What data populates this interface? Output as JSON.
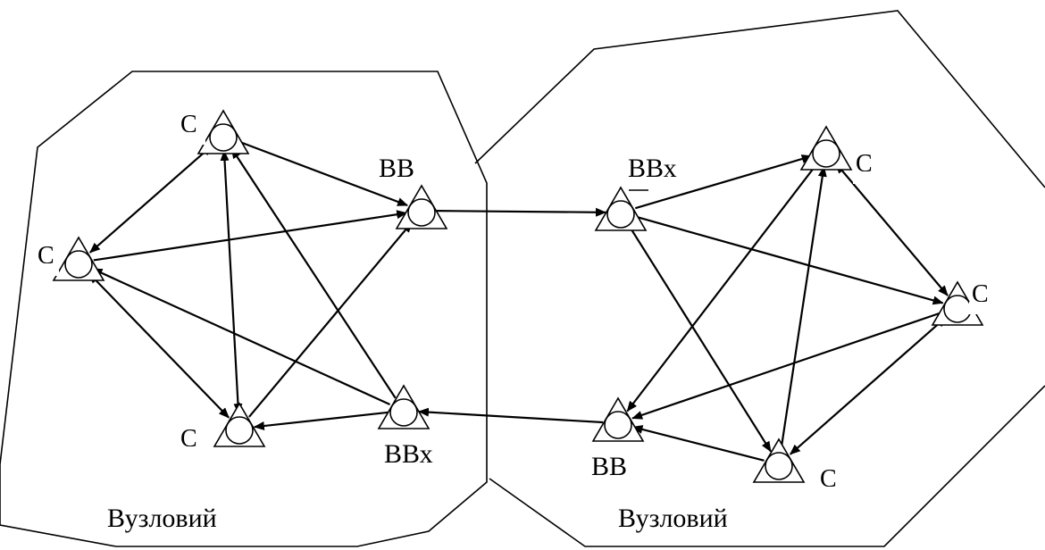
{
  "regions": [
    {
      "id": "left",
      "label": "Вузловий"
    },
    {
      "id": "right",
      "label": "Вузловий"
    }
  ],
  "nodes": [
    {
      "id": "L_top",
      "label": "С"
    },
    {
      "id": "L_left",
      "label": "С"
    },
    {
      "id": "L_bottom",
      "label": "С"
    },
    {
      "id": "L_bb",
      "label": "ВВ"
    },
    {
      "id": "L_bbx",
      "label": "ВВх"
    },
    {
      "id": "R_bbx",
      "label": "ВВх"
    },
    {
      "id": "R_top",
      "label": "С"
    },
    {
      "id": "R_right",
      "label": "С"
    },
    {
      "id": "R_bottom",
      "label": "С"
    },
    {
      "id": "R_bb",
      "label": "ВВ"
    }
  ],
  "edges": [
    {
      "from": "L_top",
      "to": "L_bb",
      "dir": "forward"
    },
    {
      "from": "L_top",
      "to": "L_left",
      "dir": "both"
    },
    {
      "from": "L_top",
      "to": "L_bottom",
      "dir": "both"
    },
    {
      "from": "L_left",
      "to": "L_bb",
      "dir": "forward"
    },
    {
      "from": "L_left",
      "to": "L_bottom",
      "dir": "both"
    },
    {
      "from": "L_bottom",
      "to": "L_bb",
      "dir": "forward"
    },
    {
      "from": "L_bbx",
      "to": "L_top",
      "dir": "forward"
    },
    {
      "from": "L_bbx",
      "to": "L_left",
      "dir": "forward"
    },
    {
      "from": "L_bbx",
      "to": "L_bottom",
      "dir": "forward"
    },
    {
      "from": "L_bb",
      "to": "R_bbx",
      "dir": "forward"
    },
    {
      "from": "R_bbx",
      "to": "R_top",
      "dir": "forward"
    },
    {
      "from": "R_bbx",
      "to": "R_right",
      "dir": "forward"
    },
    {
      "from": "R_bbx",
      "to": "R_bottom",
      "dir": "forward"
    },
    {
      "from": "R_top",
      "to": "R_right",
      "dir": "both"
    },
    {
      "from": "R_top",
      "to": "R_bb",
      "dir": "forward"
    },
    {
      "from": "R_bottom",
      "to": "R_top",
      "dir": "forward"
    },
    {
      "from": "R_right",
      "to": "R_bb",
      "dir": "forward"
    },
    {
      "from": "R_right",
      "to": "R_bottom",
      "dir": "both"
    },
    {
      "from": "R_bottom",
      "to": "R_bb",
      "dir": "forward"
    },
    {
      "from": "R_bb",
      "to": "L_bbx",
      "dir": "forward"
    }
  ]
}
